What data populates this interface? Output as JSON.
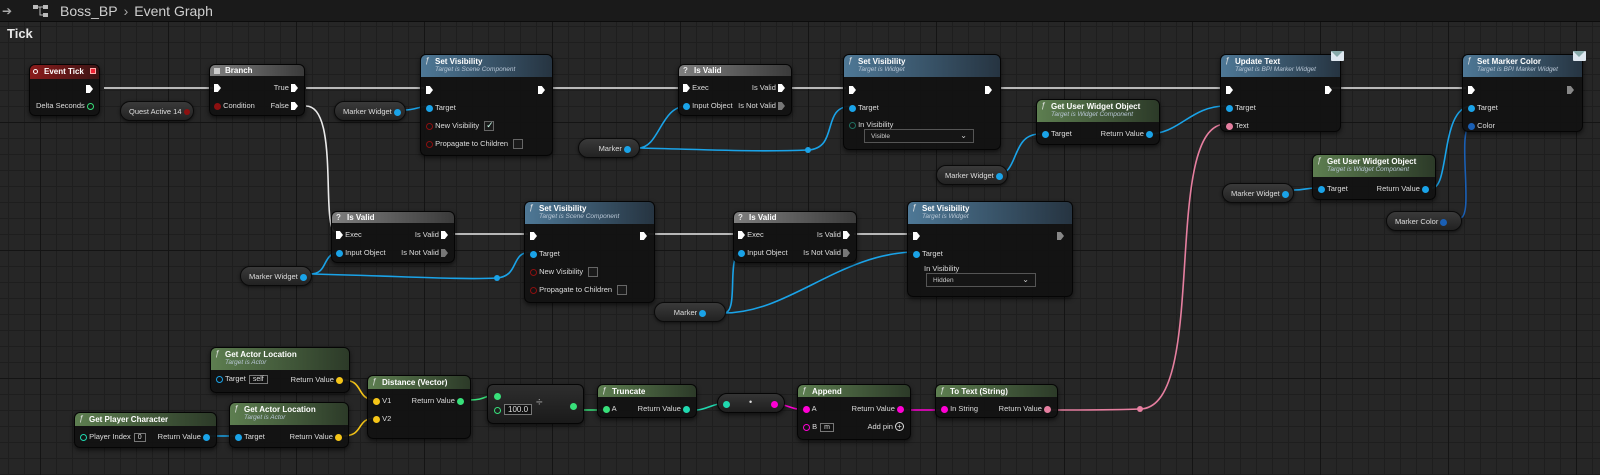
{
  "breadcrumb": {
    "blueprint": "Boss_BP",
    "separator": "›",
    "graph": "Event Graph"
  },
  "graph_title": "Tick",
  "nodes": {
    "event_tick": {
      "title": "Event Tick",
      "delta_seconds": "Delta Seconds"
    },
    "branch": {
      "title": "Branch",
      "condition": "Condition",
      "true": "True",
      "false": "False"
    },
    "quest_active": {
      "label": "Quest Active 14"
    },
    "set_vis_1": {
      "title": "Set Visibility",
      "subtitle": "Target is Scene Component",
      "target": "Target",
      "new_visibility": "New Visibility",
      "propagate": "Propagate to Children",
      "new_visibility_checked": true
    },
    "marker_widget_1": {
      "label": "Marker Widget"
    },
    "is_valid_1": {
      "title": "Is Valid",
      "exec": "Exec",
      "input_object": "Input Object",
      "is_valid": "Is Valid",
      "is_not_valid": "Is Not Valid"
    },
    "marker_1": {
      "label": "Marker"
    },
    "set_vis_2": {
      "title": "Set Visibility",
      "subtitle": "Target is Widget",
      "target": "Target",
      "in_visibility": "In Visibility",
      "value": "Visible"
    },
    "get_widget_1": {
      "title": "Get User Widget Object",
      "subtitle": "Target is Widget Component",
      "target": "Target",
      "return_value": "Return Value"
    },
    "marker_widget_2": {
      "label": "Marker Widget"
    },
    "update_text": {
      "title": "Update Text",
      "subtitle": "Target is BPI Marker Widget",
      "target": "Target",
      "text": "Text"
    },
    "set_marker_color": {
      "title": "Set Marker Color",
      "subtitle": "Target is BPI Marker Widget",
      "target": "Target",
      "color": "Color"
    },
    "get_widget_2": {
      "title": "Get User Widget Object",
      "subtitle": "Target is Widget Component",
      "target": "Target",
      "return_value": "Return Value"
    },
    "marker_widget_3": {
      "label": "Marker Widget"
    },
    "marker_color": {
      "label": "Marker Color"
    },
    "is_valid_2": {
      "title": "Is Valid",
      "exec": "Exec",
      "input_object": "Input Object",
      "is_valid": "Is Valid",
      "is_not_valid": "Is Not Valid"
    },
    "marker_widget_4": {
      "label": "Marker Widget"
    },
    "set_vis_3": {
      "title": "Set Visibility",
      "subtitle": "Target is Scene Component",
      "target": "Target",
      "new_visibility": "New Visibility",
      "propagate": "Propagate to Children"
    },
    "is_valid_3": {
      "title": "Is Valid",
      "exec": "Exec",
      "input_object": "Input Object",
      "is_valid": "Is Valid",
      "is_not_valid": "Is Not Valid"
    },
    "marker_2": {
      "label": "Marker"
    },
    "set_vis_4": {
      "title": "Set Visibility",
      "subtitle": "Target is Widget",
      "target": "Target",
      "in_visibility": "In Visibility",
      "value": "Hidden"
    },
    "get_actor_loc_1": {
      "title": "Get Actor Location",
      "subtitle": "Target is Actor",
      "target": "Target",
      "self": "self",
      "return_value": "Return Value"
    },
    "get_actor_loc_2": {
      "title": "Get Actor Location",
      "subtitle": "Target is Actor",
      "target": "Target",
      "return_value": "Return Value"
    },
    "get_player_char": {
      "title": "Get Player Character",
      "player_index": "Player Index",
      "index_value": "0",
      "return_value": "Return Value"
    },
    "distance": {
      "title": "Distance (Vector)",
      "v1": "V1",
      "v2": "V2",
      "return_value": "Return Value"
    },
    "divide": {
      "value": "100.0",
      "symbol": "÷"
    },
    "truncate": {
      "title": "Truncate",
      "a": "A",
      "return_value": "Return Value"
    },
    "convert": {
      "symbol": "•"
    },
    "append": {
      "title": "Append",
      "a": "A",
      "b": "B",
      "b_value": "m",
      "return_value": "Return Value",
      "add_pin": "Add pin"
    },
    "to_text": {
      "title": "To Text (String)",
      "in_string": "In String",
      "return_value": "Return Value"
    }
  },
  "colors": {
    "exec": "#ffffff",
    "object": "#1aa3e8",
    "bool": "#8c1010",
    "string": "#ff00d4",
    "text": "#e67fa0",
    "vector": "#f5c518",
    "float": "#38e07a",
    "int": "#20d9b0"
  }
}
